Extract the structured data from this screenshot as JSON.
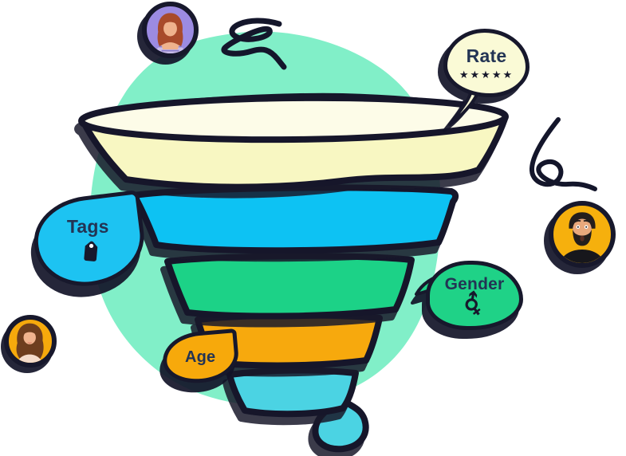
{
  "labels": {
    "rate": "Rate",
    "rate_stars": "★★★★★",
    "tags": "Tags",
    "gender": "Gender",
    "gender_glyph": "⚥",
    "age": "Age"
  },
  "diagram": {
    "type": "funnel",
    "stages": [
      {
        "order": 1,
        "color": "#F8F7C2",
        "callout": "Rate"
      },
      {
        "order": 2,
        "color": "#0FC2F3",
        "callout": "Tags"
      },
      {
        "order": 3,
        "color": "#1FD287",
        "callout": "Gender"
      },
      {
        "order": 4,
        "color": "#F7A90B",
        "callout": "Age"
      },
      {
        "order": 5,
        "color": "#4CD3E3",
        "callout": null
      }
    ],
    "callouts": [
      {
        "label": "Rate",
        "stars": 5
      },
      {
        "label": "Tags",
        "icon": "tag-icon"
      },
      {
        "label": "Gender",
        "icon": "gender-icon"
      },
      {
        "label": "Age"
      }
    ]
  },
  "colors": {
    "outline": "#17182C",
    "background_blob": "#81EFC8",
    "text": "#233454",
    "bubble_rate_bg": "#FAFAD6",
    "bubble_tags_bg": "#1DC3F2",
    "bubble_gender_bg": "#1FD287",
    "bubble_age_bg": "#F7A90B",
    "droplet": "#4CD3E3",
    "avatar_top_bg": "#9C8BE2",
    "avatar_right_bg": "#F6B00D",
    "avatar_left_bg": "#F6A90C"
  }
}
